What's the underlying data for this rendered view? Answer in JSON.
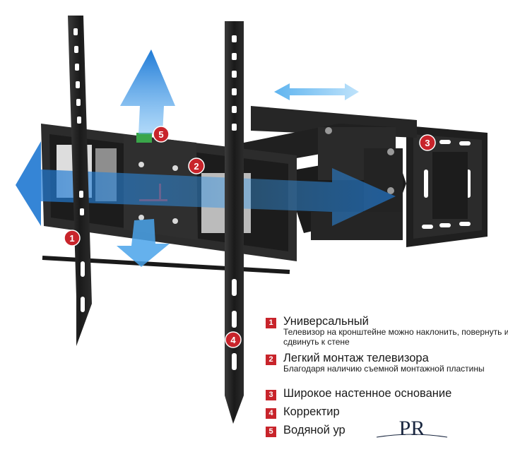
{
  "callouts": [
    "1",
    "2",
    "3",
    "4",
    "5"
  ],
  "features": [
    {
      "num": "1",
      "title": "Универсальный",
      "desc": "Телевизор на кронштейне можно наклонить, повернуть и сдвинуть к стене"
    },
    {
      "num": "2",
      "title": "Легкий монтаж телевизора",
      "desc": "Благодаря наличию съемной монтажной пластины"
    },
    {
      "num": "3",
      "title": "Широкое настенное основание",
      "desc": ""
    },
    {
      "num": "4",
      "title": "Корректир",
      "desc": ""
    },
    {
      "num": "5",
      "title": "Водяной ур",
      "desc": ""
    }
  ],
  "colors": {
    "accent": "#c8242b",
    "arrow": "#2f8fe0",
    "metal": "#1e1e1e"
  },
  "logo_icon": "pr-monogram-icon"
}
